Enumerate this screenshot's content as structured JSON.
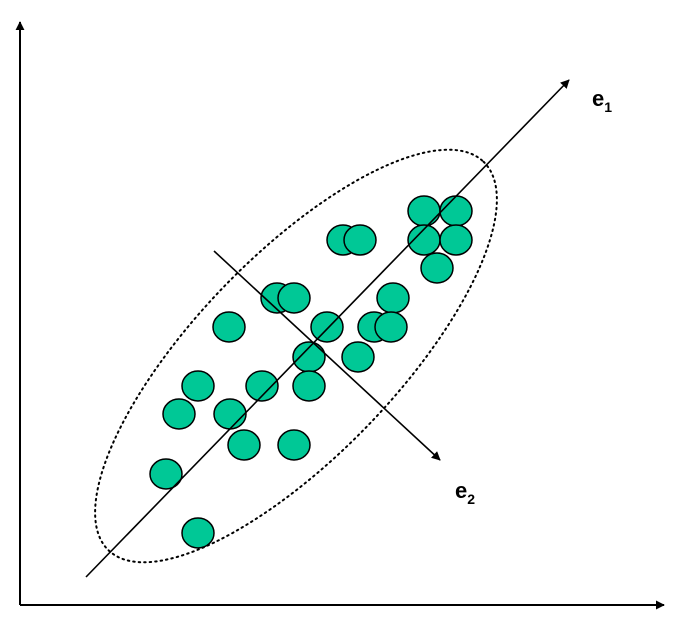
{
  "diagram": {
    "colors": {
      "point_fill": "#00c896",
      "point_stroke": "#000000",
      "line": "#000000",
      "background": "#ffffff"
    },
    "labels": {
      "e1": {
        "base": "e",
        "sub": "1"
      },
      "e2": {
        "base": "e",
        "sub": "2"
      }
    }
  }
}
